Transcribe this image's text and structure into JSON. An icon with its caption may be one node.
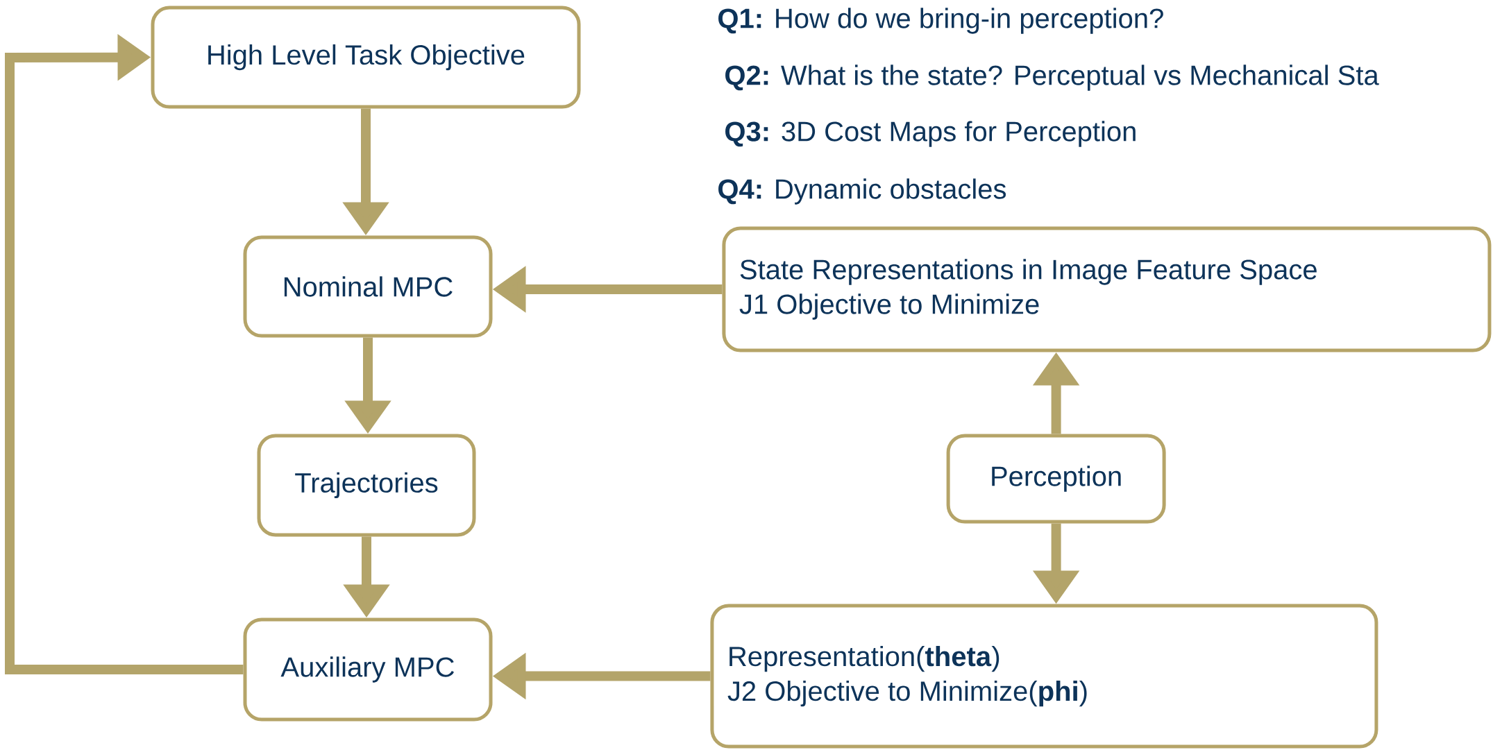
{
  "diagram": {
    "nodes": [
      {
        "text": [
          "High Level Task Objective"
        ]
      },
      {
        "text": [
          "Nominal MPC"
        ]
      },
      {
        "text": [
          "Trajectories"
        ]
      },
      {
        "text": [
          "Auxiliary MPC"
        ]
      },
      {
        "text": [
          "State Representations in Image Feature Space",
          "J1 Objective to Minimize"
        ]
      },
      {
        "text": [
          "Perception"
        ]
      },
      {
        "text": [
          "Representation(**theta**)",
          "J2 Objective to Minimize(**phi**)"
        ]
      }
    ],
    "edges": [
      {
        "from": 0,
        "to": 1,
        "arrow": "to"
      },
      {
        "from": 1,
        "to": 2,
        "arrow": "to"
      },
      {
        "from": 2,
        "to": 3,
        "arrow": "to"
      },
      {
        "from": 4,
        "to": 1,
        "arrow": "to"
      },
      {
        "from": 5,
        "to": 4,
        "arrow": "to"
      },
      {
        "from": 5,
        "to": 6,
        "arrow": "to"
      },
      {
        "from": 6,
        "to": 3,
        "arrow": "to"
      },
      {
        "from": 3,
        "to": 0,
        "arrow": "to"
      }
    ],
    "labels": [
      "**Q1:** How do we bring-in perception?",
      "**Q2:** What is the state? Perceptual vs Mechanical Sta",
      "**Q3:** 3D Cost Maps for Perception",
      "**Q4:** Dynamic obstacles"
    ]
  }
}
